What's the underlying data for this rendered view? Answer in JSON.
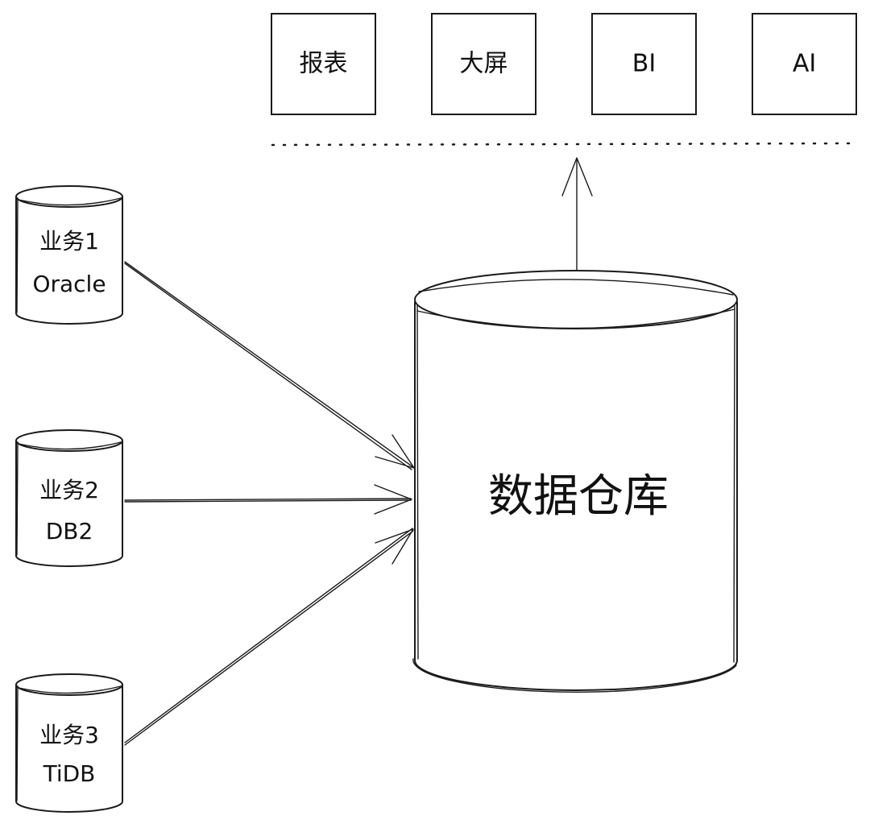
{
  "consumers": [
    {
      "label": "报表"
    },
    {
      "label": "大屏"
    },
    {
      "label": "BI"
    },
    {
      "label": "AI"
    }
  ],
  "sources": [
    {
      "line1": "业务1",
      "line2": "Oracle"
    },
    {
      "line1": "业务2",
      "line2": "DB2"
    },
    {
      "line1": "业务3",
      "line2": "TiDB"
    }
  ],
  "warehouse": {
    "label": "数据仓库"
  }
}
